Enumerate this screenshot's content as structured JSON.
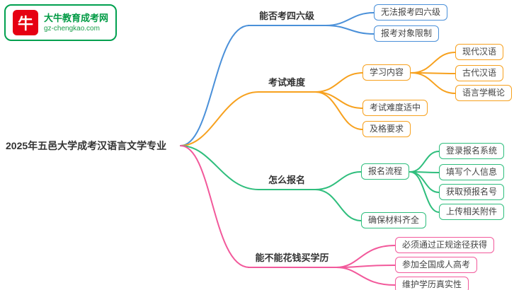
{
  "logo": {
    "icon_char": "牛",
    "title": "大牛教育成考网",
    "domain": "gz-chengkao.com"
  },
  "root": {
    "label": "2025年五邑大学成考汉语言文学专业"
  },
  "branches": [
    {
      "label": "能否考四六级",
      "color": "#4a90d9",
      "children": [
        {
          "label": "无法报考四六级"
        },
        {
          "label": "报考对象限制"
        }
      ]
    },
    {
      "label": "考试难度",
      "color": "#f7a11e",
      "children": [
        {
          "label": "学习内容",
          "children": [
            {
              "label": "现代汉语"
            },
            {
              "label": "古代汉语"
            },
            {
              "label": "语言学概论"
            }
          ]
        },
        {
          "label": "考试难度适中"
        },
        {
          "label": "及格要求"
        }
      ]
    },
    {
      "label": "怎么报名",
      "color": "#2fbe7d",
      "children": [
        {
          "label": "报名流程",
          "children": [
            {
              "label": "登录报名系统"
            },
            {
              "label": "填写个人信息"
            },
            {
              "label": "获取预报名号"
            },
            {
              "label": "上传相关附件"
            }
          ]
        },
        {
          "label": "确保材料齐全"
        }
      ]
    },
    {
      "label": "能不能花钱买学历",
      "color": "#f2599b",
      "children": [
        {
          "label": "必须通过正规途径获得"
        },
        {
          "label": "参加全国成人高考"
        },
        {
          "label": "维护学历真实性"
        }
      ]
    }
  ]
}
